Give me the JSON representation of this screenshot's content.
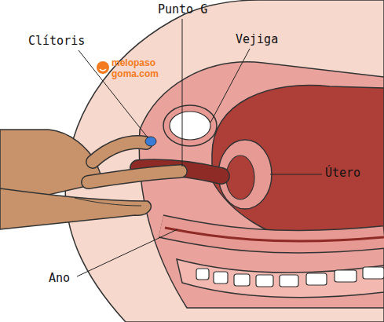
{
  "diagram": {
    "labels": [
      "Punto G",
      "Clítoris",
      "Vejiga",
      "melopaso",
      "goma.com",
      "Útero",
      "Ano"
    ]
  }
}
